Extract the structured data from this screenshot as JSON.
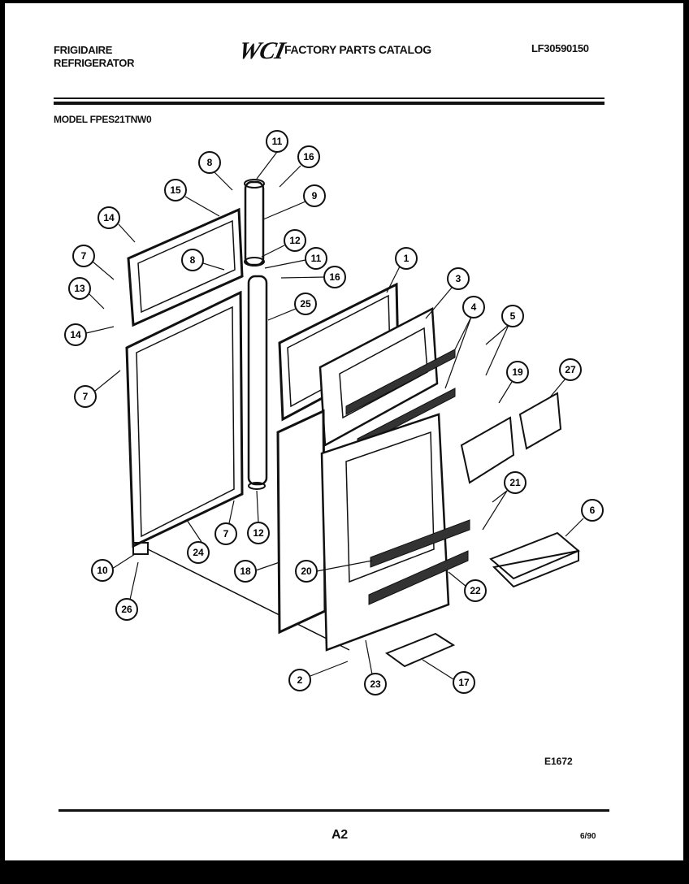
{
  "header": {
    "brand": "FRIGIDAIRE",
    "product": "REFRIGERATOR",
    "logo_text": "WCI",
    "catalog_title": "FACTORY PARTS CATALOG",
    "catalog_number": "LF30590150",
    "model": "MODEL FPES21TNW0"
  },
  "diagram": {
    "callouts": [
      "11",
      "16",
      "8",
      "9",
      "15",
      "14",
      "12",
      "11",
      "7",
      "8",
      "16",
      "13",
      "25",
      "1",
      "3",
      "14",
      "4",
      "5",
      "7",
      "19",
      "27",
      "21",
      "6",
      "7",
      "12",
      "10",
      "24",
      "18",
      "20",
      "22",
      "26",
      "2",
      "23",
      "17"
    ]
  },
  "footer": {
    "drawing_code": "E1672",
    "page": "A2",
    "date": "6/90"
  }
}
